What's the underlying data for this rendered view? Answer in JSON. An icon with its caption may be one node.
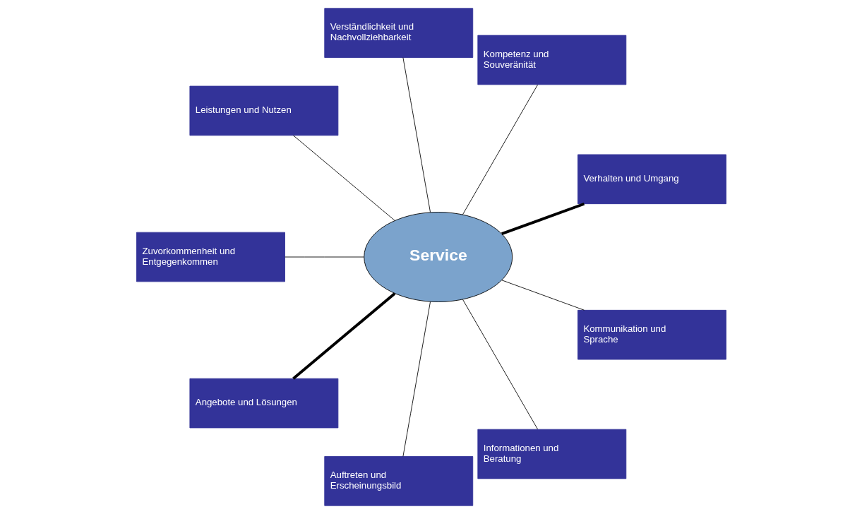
{
  "diagram": {
    "nodes": [
      {
        "text": [
          "Service"
        ]
      },
      {
        "text": [
          "Verhalten und Umgang"
        ]
      },
      {
        "text": [
          "Kompetenz und Souveränität"
        ]
      },
      {
        "text": [
          "Verständlichkeit und Nachvollziehbarkeit"
        ]
      },
      {
        "text": [
          "Leistungen und Nutzen"
        ]
      },
      {
        "text": [
          "Zuvorkommenheit und Entgegenkommen"
        ]
      },
      {
        "text": [
          "Angebote und Lösungen"
        ]
      },
      {
        "text": [
          "Auftreten und Erscheinungsbild"
        ]
      },
      {
        "text": [
          "Informationen und Beratung"
        ]
      },
      {
        "text": [
          "Kommunikation und Sprache"
        ]
      }
    ],
    "edges": [
      {
        "from": 0,
        "to": 1,
        "arrow": "none",
        "style": "thick"
      },
      {
        "from": 0,
        "to": 3,
        "arrow": "none"
      },
      {
        "from": 0,
        "to": 5,
        "arrow": "none"
      },
      {
        "from": 0,
        "to": 7,
        "arrow": "none"
      },
      {
        "from": 0,
        "to": 9,
        "arrow": "none"
      },
      {
        "from": 0,
        "to": 8,
        "arrow": "none"
      },
      {
        "from": 0,
        "to": 6,
        "arrow": "none",
        "style": "thick"
      },
      {
        "from": 0,
        "to": 4,
        "arrow": "none"
      },
      {
        "from": 0,
        "to": 2,
        "arrow": "none"
      }
    ]
  }
}
